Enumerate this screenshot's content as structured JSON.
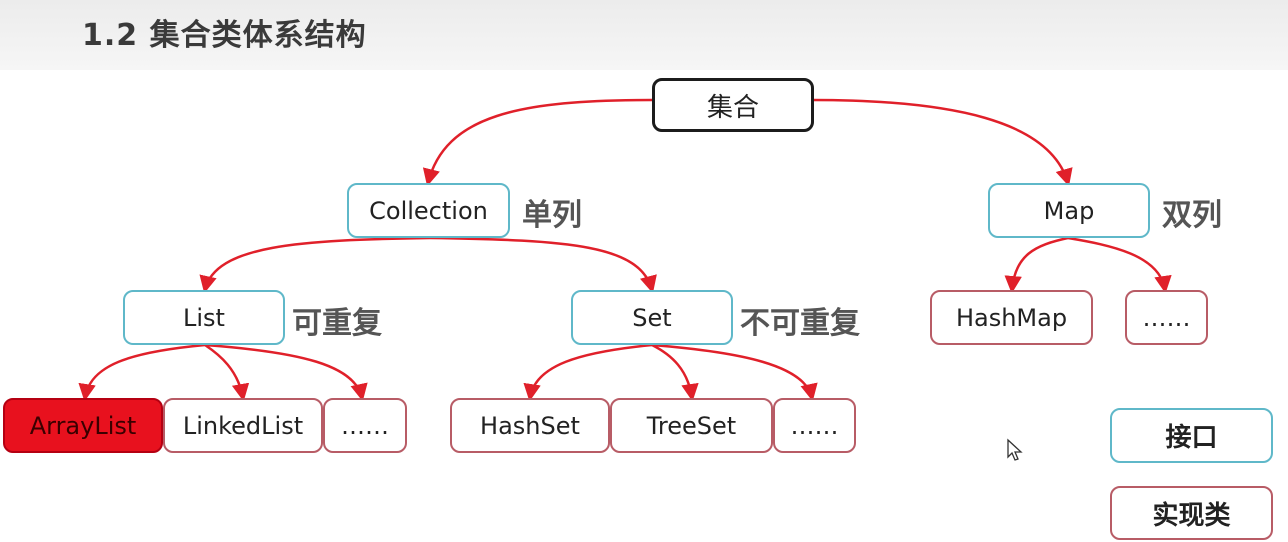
{
  "title": "1.2 集合类体系结构",
  "nodes": {
    "root": "集合",
    "collection": "Collection",
    "map": "Map",
    "list": "List",
    "set": "Set",
    "hashmap": "HashMap",
    "map_more": "……",
    "arraylist": "ArrayList",
    "linkedlist": "LinkedList",
    "list_more": "……",
    "hashset": "HashSet",
    "treeset": "TreeSet",
    "set_more": "……"
  },
  "notes": {
    "collection": "单列",
    "map": "双列",
    "list": "可重复",
    "set": "不可重复"
  },
  "legend": {
    "interface": "接口",
    "implementation": "实现类"
  },
  "colors": {
    "edge": "#e0202a",
    "interface_border": "#5fb8c9",
    "implementation_border": "#b85c66",
    "root_border": "#1c1c1c",
    "highlight_fill": "#e8111e"
  }
}
